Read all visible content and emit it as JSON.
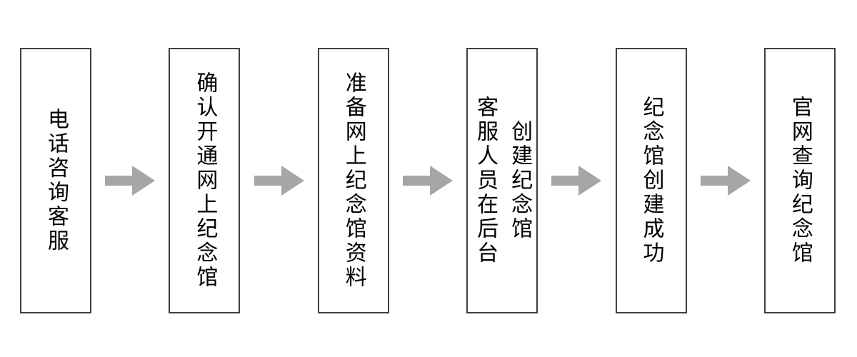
{
  "flowchart": {
    "steps": [
      {
        "label": "电话咨询客服"
      },
      {
        "label": "确认开通网上纪念馆"
      },
      {
        "label": "准备网上纪念馆资料"
      },
      {
        "label": "客服人员在后台\n创建纪念馆"
      },
      {
        "label": "纪念馆创建成功"
      },
      {
        "label": "官网查询纪念馆"
      }
    ],
    "connector_icon": "right-arrow-icon",
    "colors": {
      "background": "#ffffff",
      "box_border": "#3f3f3f",
      "box_fill": "#ffffff",
      "text": "#000000",
      "arrow": "#a6a6a6"
    }
  }
}
